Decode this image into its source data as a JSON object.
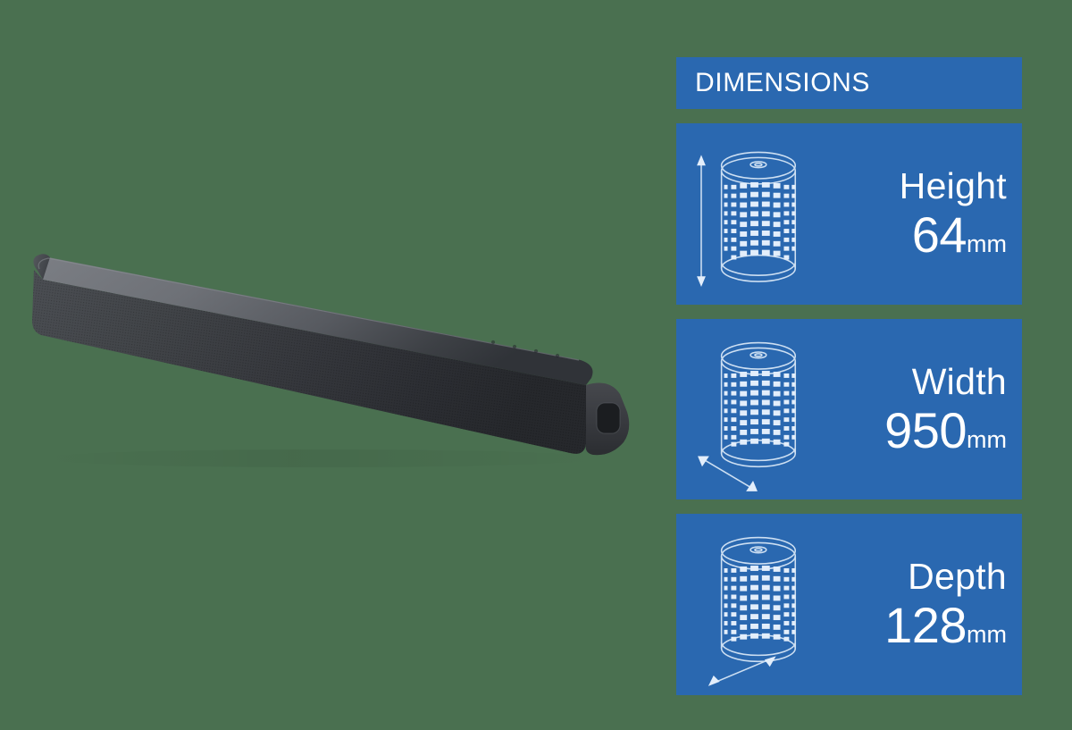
{
  "background_color": "#4a7050",
  "accent_color": "#2a68b0",
  "text_color": "#ffffff",
  "product": {
    "name": "soundbar",
    "alt": "Black soundbar shown at an angle with mesh grille front and port opening on right end cap",
    "body_color": "#3a3c40",
    "front_grille_color": "#2e3034",
    "top_color": "#6a6d73"
  },
  "panel": {
    "header": {
      "title": "DIMENSIONS"
    },
    "cards": [
      {
        "id": "height",
        "label": "Height",
        "value": "64",
        "unit": "mm",
        "icon": "speaker-cylinder-icon",
        "arrow": "vertical-double-arrow-icon"
      },
      {
        "id": "width",
        "label": "Width",
        "value": "950",
        "unit": "mm",
        "icon": "speaker-cylinder-icon",
        "arrow": "diagonal-down-right-double-arrow-icon"
      },
      {
        "id": "depth",
        "label": "Depth",
        "value": "128",
        "unit": "mm",
        "icon": "speaker-cylinder-icon",
        "arrow": "diagonal-up-right-double-arrow-icon"
      }
    ]
  }
}
